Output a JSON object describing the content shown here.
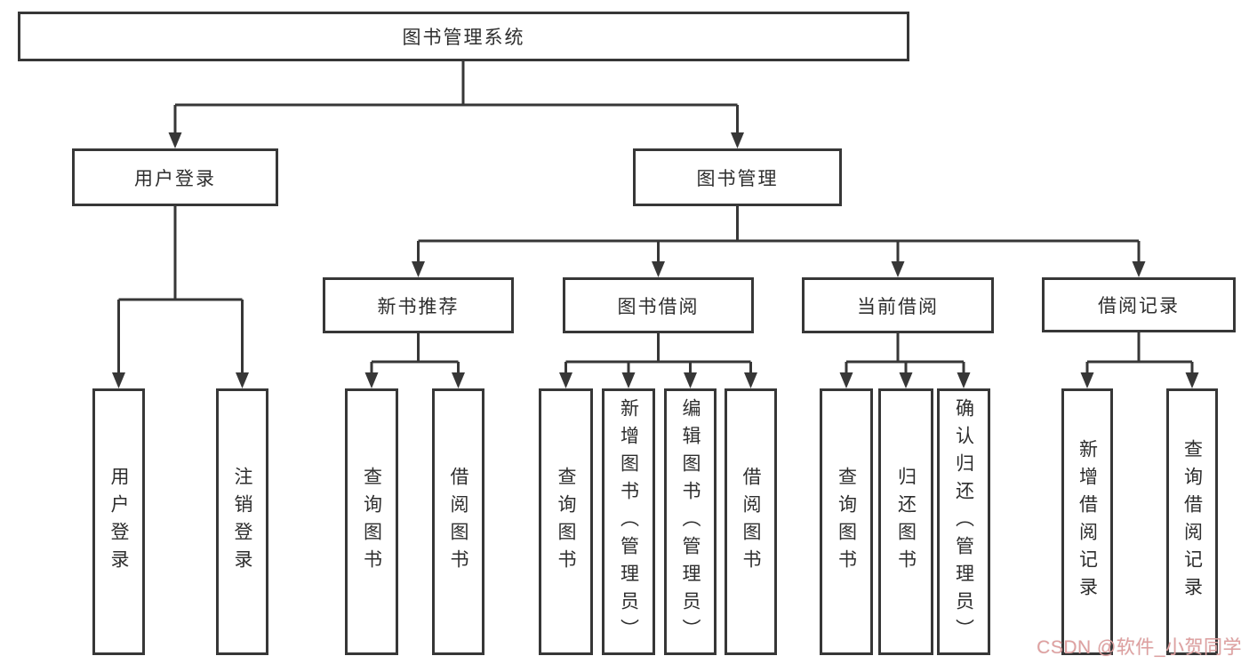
{
  "tree": {
    "label": "图书管理系统",
    "children": [
      {
        "label": "用户登录",
        "children": [
          {
            "label": "用户登录"
          },
          {
            "label": "注销登录"
          }
        ]
      },
      {
        "label": "图书管理",
        "children": [
          {
            "label": "新书推荐",
            "children": [
              {
                "label": "查询图书"
              },
              {
                "label": "借阅图书"
              }
            ]
          },
          {
            "label": "图书借阅",
            "children": [
              {
                "label": "查询图书"
              },
              {
                "label": "新增图书（管理员）"
              },
              {
                "label": "编辑图书（管理员）"
              },
              {
                "label": "借阅图书"
              }
            ]
          },
          {
            "label": "当前借阅",
            "children": [
              {
                "label": "查询图书"
              },
              {
                "label": "归还图书"
              },
              {
                "label": "确认归还（管理员）"
              }
            ]
          },
          {
            "label": "借阅记录",
            "children": [
              {
                "label": "新增借阅记录"
              },
              {
                "label": "查询借阅记录"
              }
            ]
          }
        ]
      }
    ]
  },
  "watermark": {
    "text": "CSDN @软件_小贺同学",
    "color": "#dfa0a0"
  },
  "colors": {
    "line": "#373737",
    "box_border": "#373737",
    "box_background": "#ffffff",
    "text": "#2e2e2e"
  }
}
